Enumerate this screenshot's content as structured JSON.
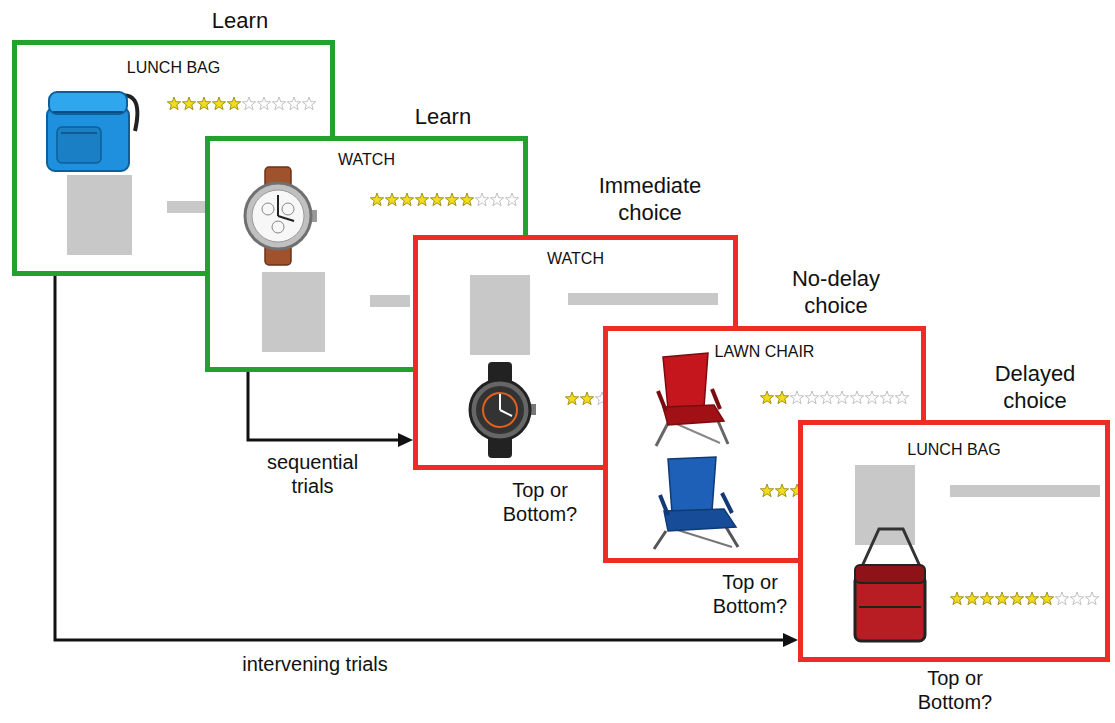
{
  "diagram": {
    "nodes": [
      {
        "text": [
          "Learn",
          "LUNCH BAG"
        ]
      },
      {
        "text": [
          "Learn",
          "WATCH"
        ]
      },
      {
        "text": [
          "Immediate choice",
          "WATCH",
          "Top or Bottom?"
        ]
      },
      {
        "text": [
          "No-delay choice",
          "LAWN CHAIR",
          "Top or Bottom?"
        ]
      },
      {
        "text": [
          "Delayed choice",
          "LUNCH BAG",
          "Top or Bottom?"
        ]
      }
    ],
    "edges": [
      {
        "from": 1,
        "to": 2,
        "arrow": "to",
        "label": "sequential trials"
      },
      {
        "from": 0,
        "to": 4,
        "arrow": "to",
        "label": "intervening trials"
      }
    ]
  }
}
